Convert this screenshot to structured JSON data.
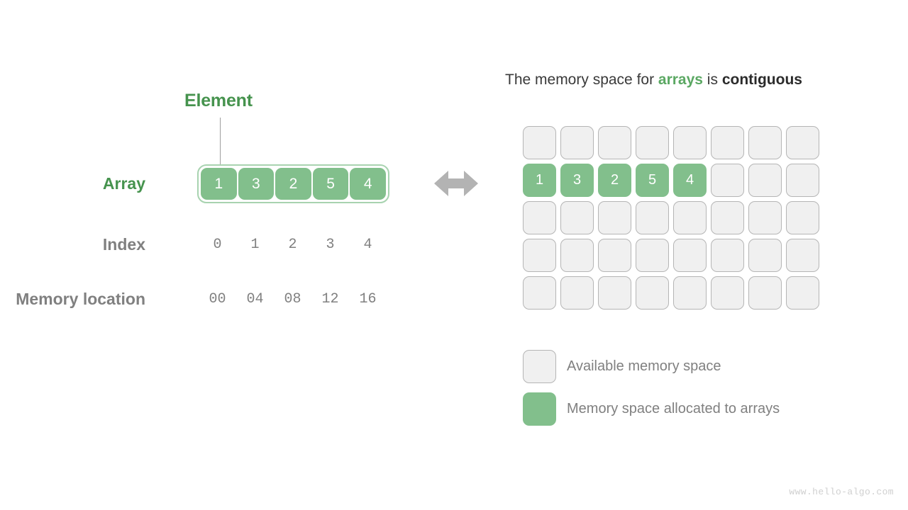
{
  "diagram": {
    "background_color": "#ffffff",
    "accent_green": "#82BF8C",
    "label_green": "#46934E",
    "label_gray": "#808080",
    "free_cell_color": "#F0F0F0",
    "free_cell_border": "#B5B5B5"
  },
  "left": {
    "element_callout": "Element",
    "labels": {
      "array": "Array",
      "index": "Index",
      "memory_location": "Memory location"
    },
    "array_values": [
      "1",
      "3",
      "2",
      "5",
      "4"
    ],
    "index_values": [
      "0",
      "1",
      "2",
      "3",
      "4"
    ],
    "memory_values": [
      "00",
      "04",
      "08",
      "12",
      "16"
    ]
  },
  "middle": {
    "arrow_icon": "bidirectional-arrow-icon",
    "arrow_color": "#B3B3B3"
  },
  "right": {
    "title": {
      "part1": "The memory space for ",
      "keyword_green": "arrays",
      "part2": " is ",
      "keyword_dark": "contiguous"
    },
    "grid": {
      "columns": 8,
      "rows": 5,
      "cells": [
        [
          "",
          "",
          "",
          "",
          "",
          "",
          "",
          ""
        ],
        [
          "1",
          "3",
          "2",
          "5",
          "4",
          "",
          "",
          ""
        ],
        [
          "",
          "",
          "",
          "",
          "",
          "",
          "",
          ""
        ],
        [
          "",
          "",
          "",
          "",
          "",
          "",
          "",
          ""
        ],
        [
          "",
          "",
          "",
          "",
          "",
          "",
          "",
          ""
        ]
      ]
    },
    "legend": [
      {
        "swatch": "free",
        "label": "Available memory space"
      },
      {
        "swatch": "used",
        "label": "Memory space allocated to arrays"
      }
    ]
  },
  "footer": {
    "watermark": "www.hello-algo.com"
  }
}
